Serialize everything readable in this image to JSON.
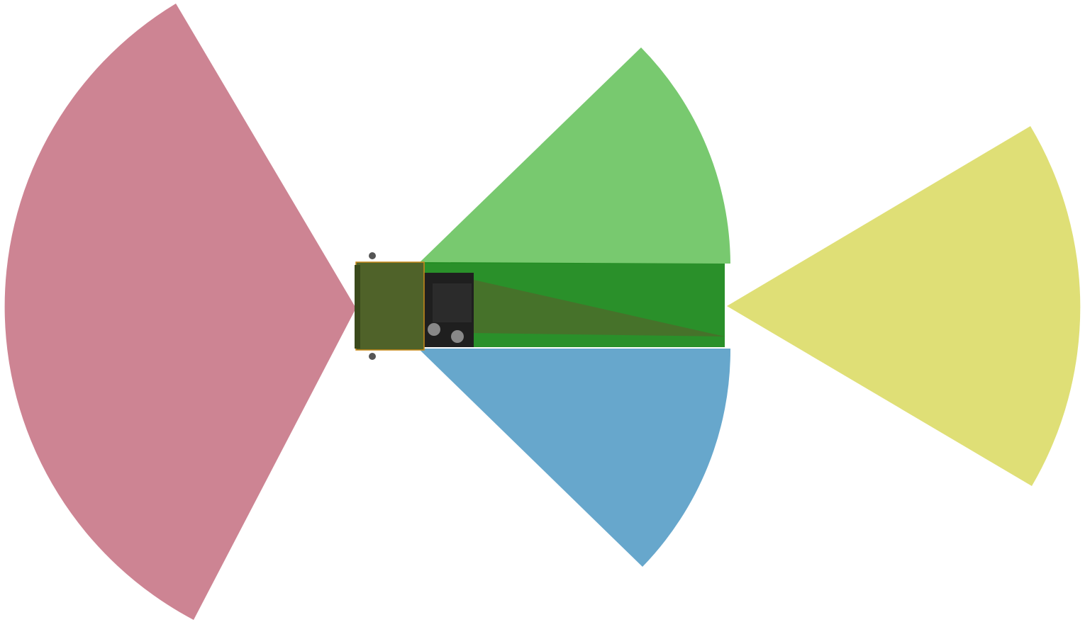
{
  "scene": {
    "type": "vehicle-sensor-coverage-top-view",
    "background": "#ffffff",
    "vehicle": {
      "view": "top-down",
      "cab_color": "#4f6229",
      "cab_edge_color": "#3a4a1c",
      "chassis_color": "#1f1f1f",
      "accent_color": "#c98a1a"
    },
    "sensor_zones": [
      {
        "name": "rear-zone",
        "color": "#c9798a",
        "opacity": 0.92
      },
      {
        "name": "right-side-zone",
        "color": "#5aa0c8",
        "opacity": 0.92
      },
      {
        "name": "left-side-zone",
        "color": "#6cc463",
        "opacity": 0.92
      },
      {
        "name": "trailer-band",
        "color": "#1f8a1f",
        "opacity": 0.95
      },
      {
        "name": "far-front-zone",
        "color": "#dcdc6a",
        "opacity": 0.92
      }
    ]
  }
}
